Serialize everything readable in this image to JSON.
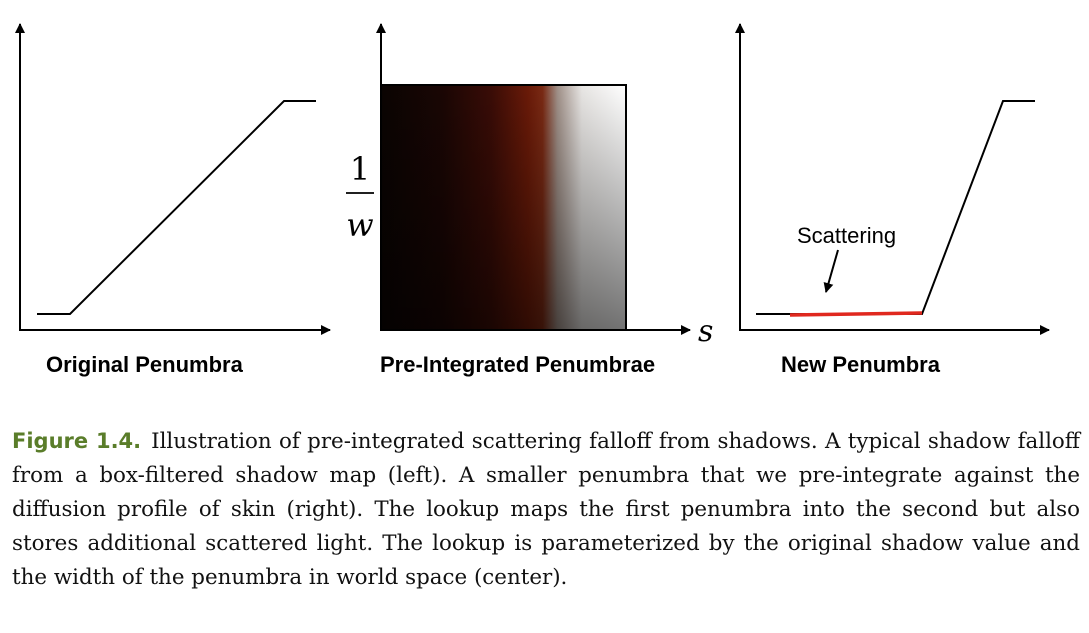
{
  "panels": {
    "left": {
      "label": "Original Penumbra"
    },
    "center": {
      "label": "Pre-Integrated Penumbrae",
      "y_label_numerator": "1",
      "y_label_denominator": "w",
      "x_label": "s"
    },
    "right": {
      "label": "New Penumbra",
      "annotation": "Scattering",
      "scatter_color": "#e0281e"
    }
  },
  "caption": {
    "figure_label": "Figure 1.4.",
    "text": "Illustration of pre-integrated scattering falloff from shadows. A typical shadow falloff from a box-filtered shadow map (left). A smaller penumbra that we pre-integrate against the diffusion profile of skin (right). The lookup maps the first penumbra into the second but also stores additional scattered light. The lookup is parameterized by the original shadow value and the width of the penumbra in world space (center)."
  }
}
